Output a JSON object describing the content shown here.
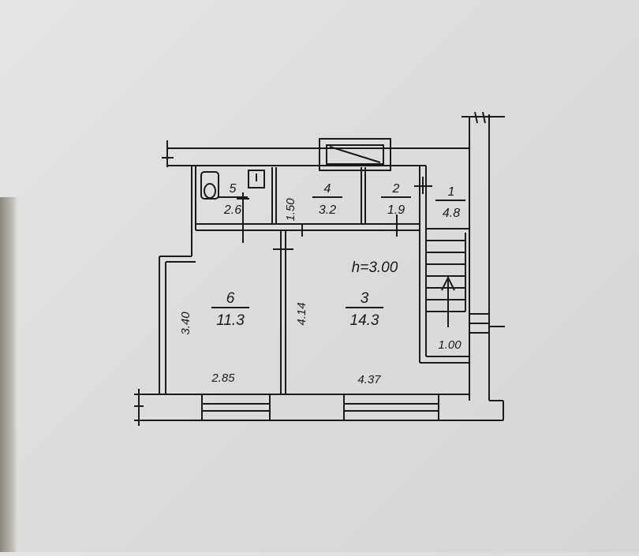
{
  "plan": {
    "ceiling_height": "h=3.00",
    "rooms": [
      {
        "id": "room-1",
        "number": "1",
        "area": "4.8"
      },
      {
        "id": "room-2",
        "number": "2",
        "area": "1.9"
      },
      {
        "id": "room-3",
        "number": "3",
        "area": "14.3"
      },
      {
        "id": "room-4",
        "number": "4",
        "area": "3.2"
      },
      {
        "id": "room-5",
        "number": "5",
        "area": "2.6"
      },
      {
        "id": "room-6",
        "number": "6",
        "area": "11.3"
      }
    ],
    "dimensions": {
      "bath_depth": "1.50",
      "room6_height": "3.40",
      "room6_width": "2.85",
      "room3_height": "4.14",
      "room3_width": "4.37",
      "stair_width": "1.00"
    }
  },
  "colors": {
    "ink": "#1a1a1a",
    "paper": "#dedede"
  }
}
